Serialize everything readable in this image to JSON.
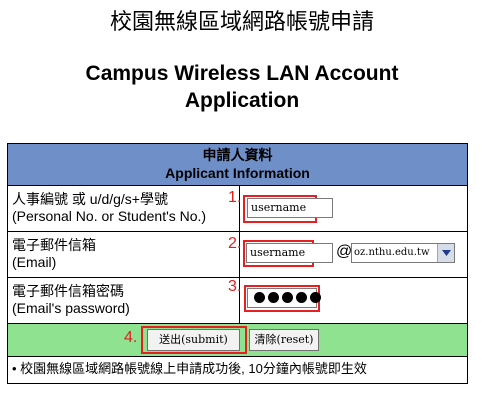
{
  "page": {
    "title_zh": "校園無線區域網路帳號申請",
    "title_en": "Campus Wireless LAN Account Application"
  },
  "form": {
    "header_zh": "申請人資料",
    "header_en": "Applicant Information",
    "fields": [
      {
        "label_zh": "人事編號 或 u/d/g/s+學號",
        "label_en": "(Personal No. or Student's No.)",
        "step": "1.",
        "value": "username"
      },
      {
        "label_zh": "電子郵件信箱",
        "label_en": "(Email)",
        "step": "2.",
        "value": "username",
        "at_sign": "@",
        "domain_selected": "oz.nthu.edu.tw"
      },
      {
        "label_zh": "電子郵件信箱密碼",
        "label_en": "(Email's password)",
        "step": "3.",
        "password_mask_count": 5
      }
    ],
    "buttons": {
      "step": "4.",
      "submit_label": "送出(submit)",
      "reset_label": "清除(reset)"
    },
    "note": "• 校園無線區域網路帳號線上申請成功後, 10分鐘內帳號即生效"
  },
  "colors": {
    "header_bg": "#6f8fc8",
    "button_row_bg": "#8fe28f",
    "annotation_red": "#e52020"
  }
}
